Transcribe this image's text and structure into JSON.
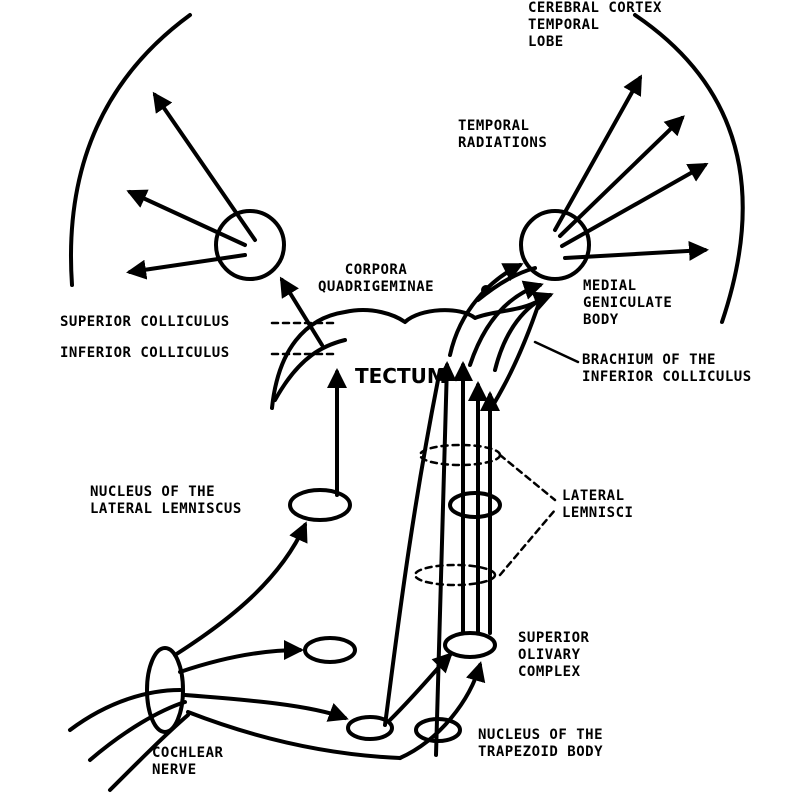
{
  "labels": {
    "cerebral_cortex": "CEREBRAL CORTEX\nTEMPORAL\nLOBE",
    "temporal_radiations": "TEMPORAL\nRADIATIONS",
    "corpora_quadrigeminae": "CORPORA\nQUADRIGEMINAE",
    "medial_geniculate": "MEDIAL\nGENICULATE\nBODY",
    "superior_colliculus": "SUPERIOR COLLICULUS",
    "inferior_colliculus": "INFERIOR COLLICULUS",
    "tectum": "TECTUM",
    "brachium": "BRACHIUM OF THE\nINFERIOR COLLICULUS",
    "nucleus_lateral_lemniscus": "NUCLEUS OF THE\nLATERAL LEMNISCUS",
    "lateral_lemnisci": "LATERAL\nLEMNISCI",
    "superior_olivary": "SUPERIOR\nOLIVARY\nCOMPLEX",
    "nucleus_trapezoid": "NUCLEUS OF THE\nTRAPEZOID BODY",
    "cochlear_nerve": "COCHLEAR\nNERVE"
  }
}
